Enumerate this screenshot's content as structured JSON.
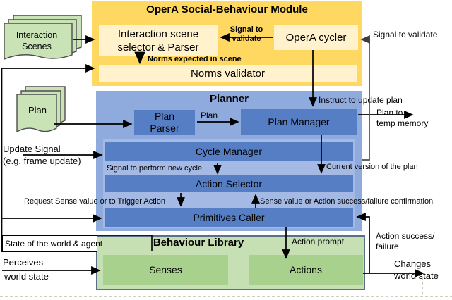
{
  "figure": {
    "type": "architecture-diagram",
    "description": "Agent architecture connecting an OperA social-behaviour module, a planner and a behaviour library"
  },
  "opera_module": {
    "title": "OperA Social-Behaviour Module",
    "scene_selector_label": "Interaction scene\nselector & Parser",
    "opera_cycler_label": "OperA cycler",
    "norms_validator_label": "Norms validator",
    "signal_to_validate_label": "Signal to\nvalidate",
    "norms_expected_label": "Norms expected in scene"
  },
  "planner": {
    "title": "Planner",
    "plan_parser_label": "Plan\nParser",
    "plan_arrow_label": "Plan",
    "plan_manager_label": "Plan Manager",
    "cycle_manager_label": "Cycle Manager",
    "signal_new_cycle_label": "Signal to perform new cycle",
    "action_selector_label": "Action Selector",
    "primitives_caller_label": "Primitives Caller"
  },
  "behaviour_library": {
    "title": "Behaviour Library",
    "action_prompt_label": "Action prompt",
    "senses_label": "Senses",
    "actions_label": "Actions"
  },
  "external": {
    "interaction_scenes_label": "Interaction\nScenes",
    "plan_label": "Plan",
    "update_signal_label": "Update Signal\n(e.g. frame update)",
    "request_sense_label": "Request Sense value or to Trigger Action",
    "state_world_label": "State of the world & agent",
    "perceives_label": "Perceives",
    "world_state_label": "world state",
    "signal_validate_right_label": "Signal to validate",
    "instruct_update_label": "Instruct to update plan",
    "plan_temp_label": "Plan to\ntemp memory",
    "current_version_label": "Current version of the plan",
    "sense_confirm_label": "Sense value or Action success/failure confirmation",
    "action_success_label": "Action success/\nfailure",
    "changes_label": "Changes\nworld state"
  },
  "colors": {
    "module_yellow": "#FFD861",
    "inner_cream": "#FFF2CC",
    "planner_blue": "#8FAADC",
    "planner_panel_blue": "#A4B9E3",
    "component_blue": "#567EC5",
    "library_green": "#C6E0B4",
    "library_inner_green": "#A9D18E",
    "document_green": "#C9E3B6",
    "connector_black": "#000000",
    "connector_gray": "#595959",
    "dashed_boundary": "#b5c4a7"
  }
}
